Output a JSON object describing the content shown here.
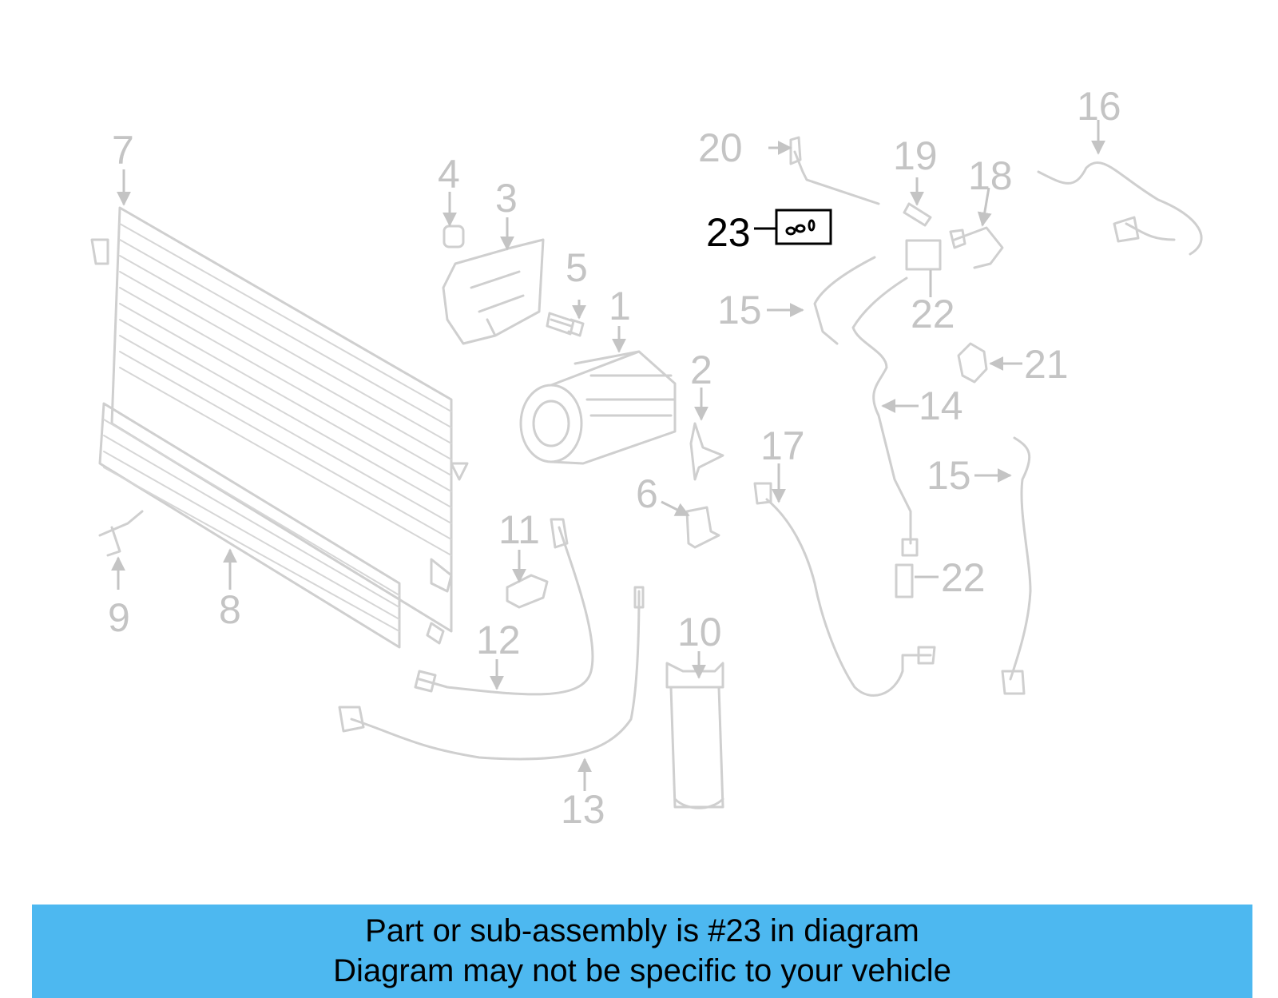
{
  "callouts": {
    "c1": "1",
    "c2": "2",
    "c3": "3",
    "c4": "4",
    "c5": "5",
    "c6": "6",
    "c7": "7",
    "c8": "8",
    "c9": "9",
    "c10": "10",
    "c11": "11",
    "c12": "12",
    "c13": "13",
    "c14": "14",
    "c15a": "15",
    "c15b": "15",
    "c16": "16",
    "c17": "17",
    "c18": "18",
    "c19": "19",
    "c20": "20",
    "c21": "21",
    "c22a": "22",
    "c22b": "22",
    "c23": "23"
  },
  "highlighted_part": "23",
  "caption": {
    "line1": "Part or sub-assembly is #23 in diagram",
    "line2": "Diagram may not be specific to your vehicle"
  },
  "colors": {
    "banner": "#4db8f0",
    "highlight": "#000000",
    "faded": "#c4c4c4"
  }
}
